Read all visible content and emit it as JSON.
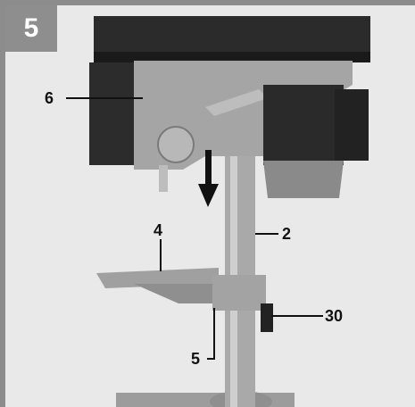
{
  "figure": {
    "number": "5"
  },
  "callouts": {
    "c6": "6",
    "c4": "4",
    "c2": "2",
    "c30": "30",
    "c5": "5"
  },
  "colors": {
    "panel_bg": "#e9e9e9",
    "border": "#8c8c8c",
    "badge_bg": "#8e8e8e",
    "machine_dark": "#2a2a2a",
    "machine_gray": "#9a9a9a"
  }
}
